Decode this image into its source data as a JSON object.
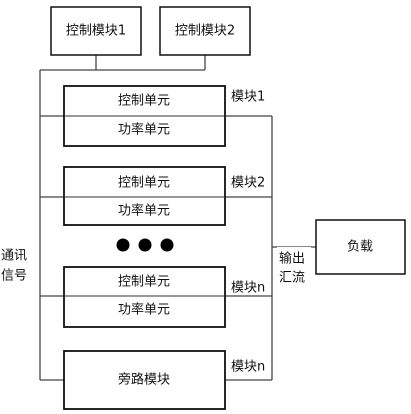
{
  "control_modules": [
    "控制模块1",
    "控制模块2"
  ],
  "modules": [
    {
      "top": "控制单元",
      "bottom": "功率单元",
      "label": "模块1"
    },
    {
      "top": "控制单元",
      "bottom": "功率单元",
      "label": "模块2"
    },
    {
      "top": "控制单元",
      "bottom": "功率单元",
      "label": "模块n"
    }
  ],
  "bypass": {
    "text": "旁路模块",
    "label": "模块n"
  },
  "comm_signal": [
    "通讯",
    "信号"
  ],
  "output_bus": [
    "输出",
    "汇流"
  ],
  "load": "负载"
}
